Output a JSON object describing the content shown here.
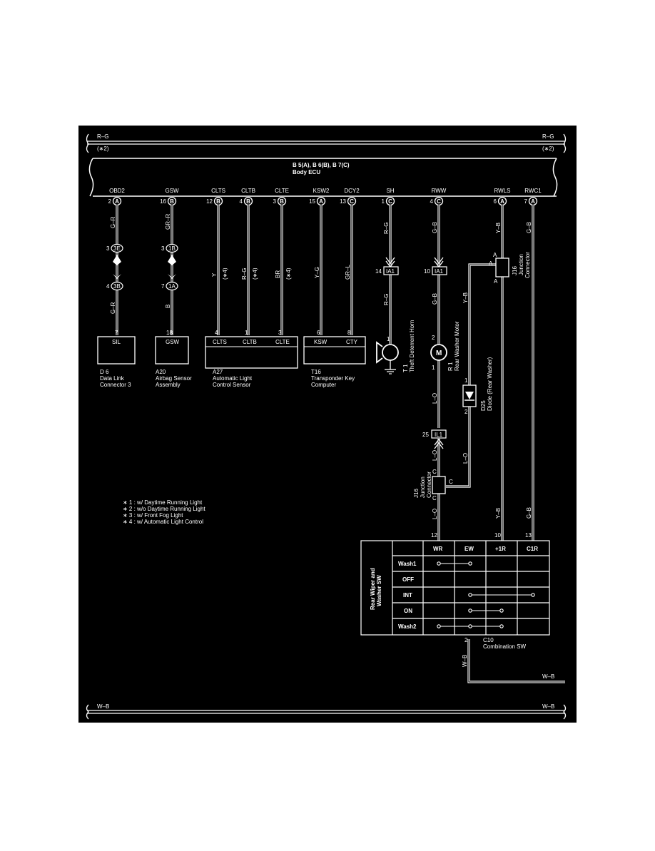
{
  "power": {
    "top_left_color": "R–G",
    "top_right_color": "R–G",
    "top_left_ref": "(∗2)",
    "top_right_ref": "(∗2)",
    "bottom_left_color": "W–B",
    "bottom_right_color": "W–B"
  },
  "ecu": {
    "title": "B 5(A), B 6(B), B 7(C)",
    "subtitle": "Body ECU",
    "pins": [
      {
        "name": "OBD2",
        "pin": "2",
        "conn": "A"
      },
      {
        "name": "GSW",
        "pin": "16",
        "conn": "B"
      },
      {
        "name": "CLTS",
        "pin": "12",
        "conn": "B"
      },
      {
        "name": "CLTB",
        "pin": "4",
        "conn": "B"
      },
      {
        "name": "CLTE",
        "pin": "3",
        "conn": "B"
      },
      {
        "name": "KSW2",
        "pin": "15",
        "conn": "A"
      },
      {
        "name": "DCY2",
        "pin": "13",
        "conn": "C"
      },
      {
        "name": "SH",
        "pin": "1",
        "conn": "C"
      },
      {
        "name": "RWW",
        "pin": "4",
        "conn": "C"
      },
      {
        "name": "RWLS",
        "pin": "6",
        "conn": "A"
      },
      {
        "name": "RWC1",
        "pin": "7",
        "conn": "A"
      }
    ]
  },
  "wire_colors": {
    "obd2_top": "G–R",
    "obd2_bottom": "G–R",
    "gsw_top": "GR–R",
    "gsw_bottom": "B",
    "clts": "Y",
    "cltb": "R–G",
    "clte": "BR",
    "al_note": "(∗4)",
    "ksw": "Y–G",
    "cty": "GR–L",
    "sh_top": "R–G",
    "sh_bottom": "R–G",
    "rww_top": "G–B",
    "rww_mid": "G–B",
    "rwls": "Y–B",
    "rwls_low": "Y–B",
    "rwc1": "G–B",
    "rwc1_low": "G–B",
    "diode_branch": "Y–B",
    "motor_out": "L–O",
    "il1_out": "L–O",
    "diode_out": "L–O",
    "wr_feed": "L–O",
    "ground": "W–B",
    "ground_right": "W–B"
  },
  "connectors": {
    "obd2_upper": {
      "pin": "3",
      "id": "3E"
    },
    "obd2_lower": {
      "pin": "4",
      "id": "3B"
    },
    "gsw_upper": {
      "pin": "3",
      "id": "1B"
    },
    "gsw_lower": {
      "pin": "7",
      "id": "1A"
    },
    "sh": {
      "pin": "14",
      "id": "IA1"
    },
    "rww": {
      "pin": "10",
      "id": "IA1"
    },
    "il1": {
      "pin": "25",
      "id": "IL1"
    }
  },
  "components": {
    "d6": {
      "box": "SIL",
      "pin": "7",
      "ref": "D 6",
      "name1": "Data Link",
      "name2": "Connector 3"
    },
    "a20": {
      "box": "GSW",
      "pin": "18",
      "ref": "A20",
      "name1": "Airbag Sensor",
      "name2": "Assembly"
    },
    "a27": {
      "box": [
        "CLTS",
        "CLTB",
        "CLTE"
      ],
      "pins": [
        "4",
        "1",
        "3"
      ],
      "ref": "A27",
      "name1": "Automatic Light",
      "name2": "Control Sensor"
    },
    "t16": {
      "box": [
        "KSW",
        "CTY"
      ],
      "pins": [
        "6",
        "8"
      ],
      "ref": "T16",
      "name1": "Transponder Key",
      "name2": "Computer"
    },
    "t1": {
      "pin": "1",
      "ref": "T 1",
      "name": "Theft Deterrent Horn"
    },
    "r1": {
      "symbol": "M",
      "pin_top": "2",
      "pin_bottom": "1",
      "ref": "R 1",
      "name": "Rear Washer Motor"
    },
    "d25": {
      "pin_top": "1",
      "pin_bottom": "2",
      "ref": "D25",
      "name": "Diode (Rear Washer)"
    },
    "j16_top": {
      "ref": "J16",
      "name1": "Junction",
      "name2": "Connector",
      "pin_a": "A"
    },
    "j16_bottom": {
      "ref": "J16",
      "name1": "Junction",
      "name2": "Connector",
      "pin_c": "C"
    }
  },
  "notes": [
    "∗ 1 : w/ Daytime Running Light",
    "∗ 2 : w/o Daytime Running Light",
    "∗ 3 : w/ Front Fog Light",
    "∗ 4 : w/ Automatic Light Control"
  ],
  "switch": {
    "title1": "Rear Wiper and",
    "title2": "Washer SW",
    "columns": [
      "WR",
      "EW",
      "+1R",
      "C1R"
    ],
    "rows": [
      "Wash1",
      "OFF",
      "INT",
      "ON",
      "Wash2"
    ],
    "pins": [
      "12",
      "10",
      "13"
    ],
    "ground_pin": "2",
    "ref": "C10",
    "name": "Combination SW"
  }
}
